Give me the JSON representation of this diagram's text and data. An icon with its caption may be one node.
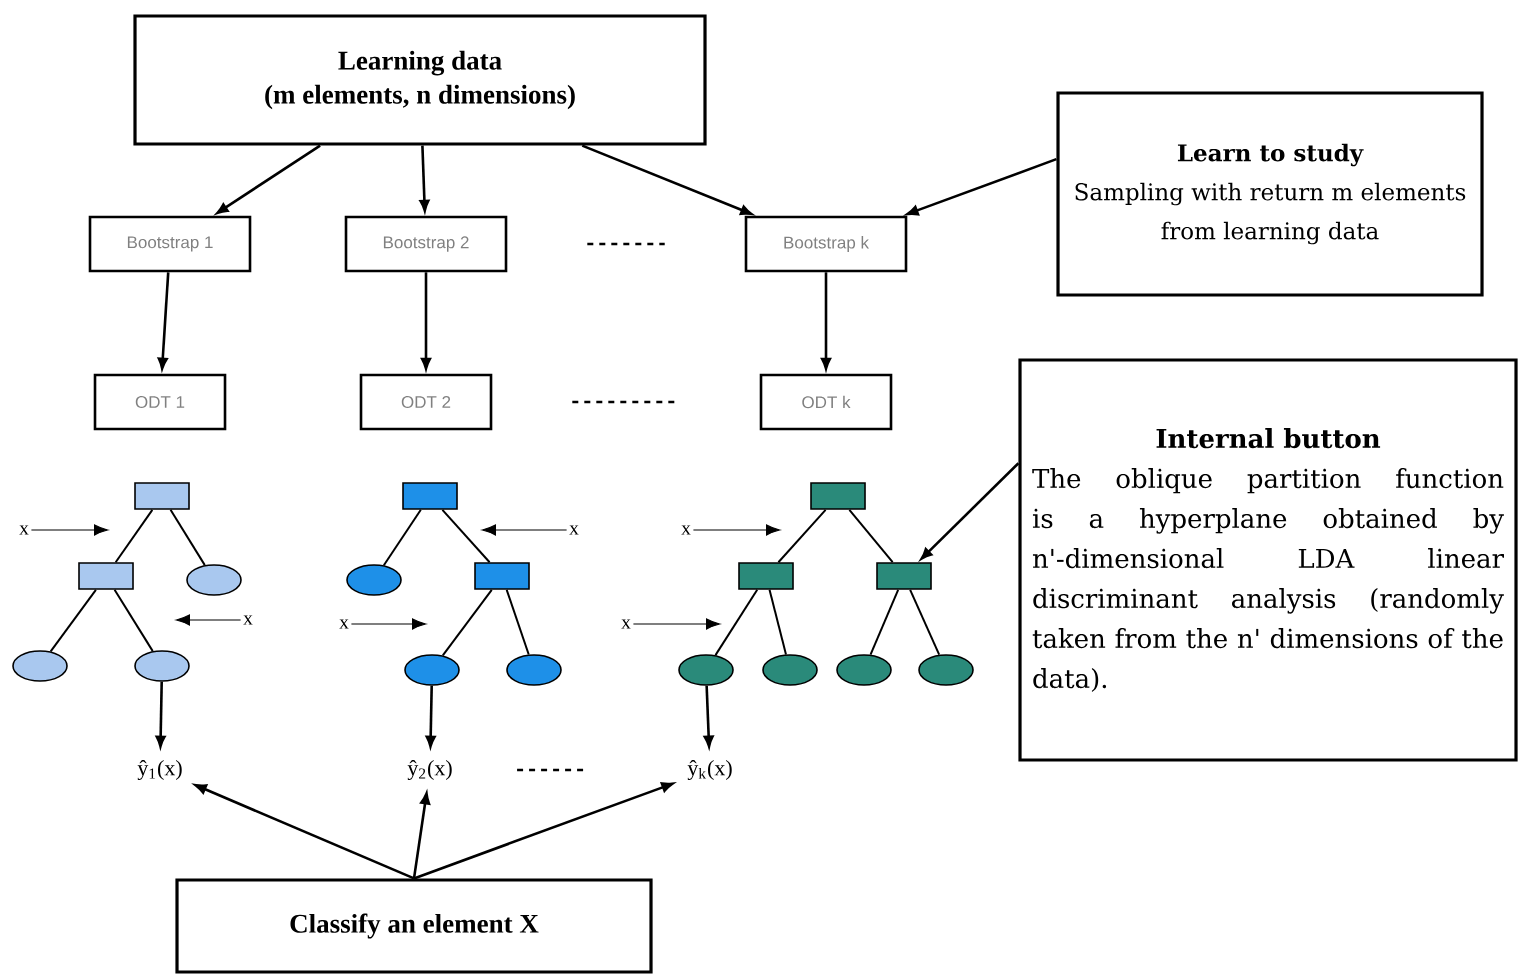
{
  "diagram": {
    "nodes": [
      {
        "text": [
          "Learning data",
          "(m elements, n dimensions)"
        ]
      },
      {
        "text": [
          "Bootstrap 1"
        ]
      },
      {
        "text": [
          "Bootstrap 2"
        ]
      },
      {
        "text": [
          "Bootstrap k"
        ]
      },
      {
        "text": [
          "Learn to study",
          "Sampling with return m elements from learning data"
        ]
      },
      {
        "text": [
          "ODT 1"
        ]
      },
      {
        "text": [
          "ODT 2"
        ]
      },
      {
        "text": [
          "ODT k"
        ]
      },
      {
        "text": [
          "Internal button",
          "The oblique partition function is a hyperplane obtained by n'-dimensional LDA linear discriminant analysis (randomly taken from the n' dimensions of the data)."
        ]
      },
      {
        "text": [],
        "shape": "box"
      },
      {
        "text": [],
        "shape": "box"
      },
      {
        "text": [],
        "shape": "ellipse"
      },
      {
        "text": [],
        "shape": "ellipse"
      },
      {
        "text": [],
        "shape": "ellipse"
      },
      {
        "text": [],
        "shape": "box"
      },
      {
        "text": [],
        "shape": "ellipse"
      },
      {
        "text": [],
        "shape": "box"
      },
      {
        "text": [],
        "shape": "ellipse"
      },
      {
        "text": [],
        "shape": "ellipse"
      },
      {
        "text": [],
        "shape": "box"
      },
      {
        "text": [],
        "shape": "box"
      },
      {
        "text": [],
        "shape": "box"
      },
      {
        "text": [],
        "shape": "ellipse"
      },
      {
        "text": [],
        "shape": "ellipse"
      },
      {
        "text": [],
        "shape": "ellipse"
      },
      {
        "text": [],
        "shape": "ellipse"
      },
      {
        "text": [
          "x"
        ]
      },
      {
        "text": [
          "x"
        ]
      },
      {
        "text": [
          "x"
        ]
      },
      {
        "text": [
          "x"
        ]
      },
      {
        "text": [
          "x"
        ]
      },
      {
        "text": [
          "x"
        ]
      },
      {
        "text": [
          "ŷ$_{1}$(x)"
        ]
      },
      {
        "text": [
          "ŷ$_{2}$(x)"
        ]
      },
      {
        "text": [
          "ŷ$_{k}$(x)"
        ]
      },
      {
        "text": [
          "Classify an element X"
        ]
      }
    ],
    "edges": [
      {
        "from": 0,
        "to": 1,
        "arrow": "to"
      },
      {
        "from": 0,
        "to": 2,
        "arrow": "to"
      },
      {
        "from": 0,
        "to": 3,
        "arrow": "to"
      },
      {
        "from": 2,
        "to": 3,
        "arrow": "none",
        "style": "dashed"
      },
      {
        "from": 4,
        "to": 3,
        "arrow": "to"
      },
      {
        "from": 1,
        "to": 5,
        "arrow": "to"
      },
      {
        "from": 2,
        "to": 6,
        "arrow": "to"
      },
      {
        "from": 3,
        "to": 7,
        "arrow": "to"
      },
      {
        "from": 6,
        "to": 7,
        "arrow": "none",
        "style": "dashed"
      },
      {
        "from": 8,
        "to": 21,
        "arrow": "to"
      },
      {
        "from": 9,
        "to": 10,
        "arrow": "none"
      },
      {
        "from": 9,
        "to": 11,
        "arrow": "none"
      },
      {
        "from": 10,
        "to": 12,
        "arrow": "none"
      },
      {
        "from": 10,
        "to": 13,
        "arrow": "none"
      },
      {
        "from": 14,
        "to": 15,
        "arrow": "none"
      },
      {
        "from": 14,
        "to": 16,
        "arrow": "none"
      },
      {
        "from": 16,
        "to": 17,
        "arrow": "none"
      },
      {
        "from": 16,
        "to": 18,
        "arrow": "none"
      },
      {
        "from": 19,
        "to": 20,
        "arrow": "none"
      },
      {
        "from": 19,
        "to": 21,
        "arrow": "none"
      },
      {
        "from": 20,
        "to": 22,
        "arrow": "none"
      },
      {
        "from": 20,
        "to": 23,
        "arrow": "none"
      },
      {
        "from": 21,
        "to": 24,
        "arrow": "none"
      },
      {
        "from": 21,
        "to": 25,
        "arrow": "none"
      },
      {
        "from": 26,
        "to": null,
        "arrow": "to"
      },
      {
        "from": 27,
        "to": null,
        "arrow": "to"
      },
      {
        "from": 28,
        "to": null,
        "arrow": "to"
      },
      {
        "from": 29,
        "to": null,
        "arrow": "to"
      },
      {
        "from": 30,
        "to": null,
        "arrow": "to"
      },
      {
        "from": 31,
        "to": null,
        "arrow": "to"
      },
      {
        "from": 13,
        "to": 32,
        "arrow": "to"
      },
      {
        "from": 17,
        "to": 33,
        "arrow": "to"
      },
      {
        "from": 22,
        "to": 34,
        "arrow": "to"
      },
      {
        "from": 33,
        "to": 34,
        "arrow": "none",
        "style": "dashed"
      },
      {
        "from": 35,
        "to": 32,
        "arrow": "to"
      },
      {
        "from": 35,
        "to": 33,
        "arrow": "to"
      },
      {
        "from": 35,
        "to": 34,
        "arrow": "to"
      }
    ]
  }
}
